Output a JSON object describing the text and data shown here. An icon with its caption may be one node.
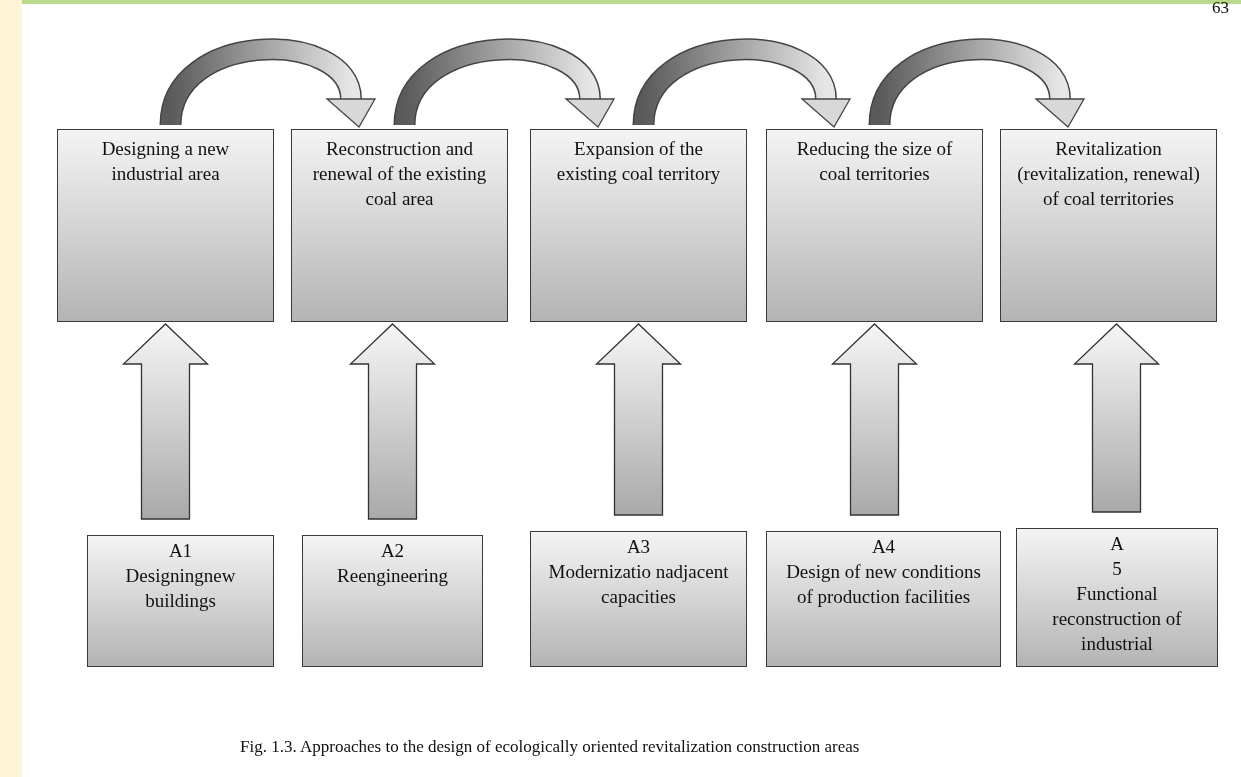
{
  "diagram": {
    "caption": "Fig. 1.3. Approaches to the design of ecologically oriented revitalization construction areas",
    "nodes": [
      {
        "text": [
          "Designing a new industrial area"
        ]
      },
      {
        "text": [
          "Reconstruction and renewal of the existing coal area"
        ]
      },
      {
        "text": [
          "Expansion of the existing coal territory"
        ]
      },
      {
        "text": [
          "Reducing the size of coal territories"
        ]
      },
      {
        "text": [
          "Revitalization (revitalization, renewal) of coal territories"
        ]
      },
      {
        "text": [
          "A1",
          "Designingnew buildings"
        ]
      },
      {
        "text": [
          "A2",
          "Reengineering"
        ]
      },
      {
        "text": [
          "A3",
          "Modernizatio nadjacent capacities"
        ]
      },
      {
        "text": [
          "A4",
          "Design of new conditions of production facilities"
        ]
      },
      {
        "text": [
          "A",
          "5",
          "Functional reconstruction of industrial"
        ]
      }
    ],
    "edges": [
      {
        "from": 0,
        "to": 1,
        "arrow": "to"
      },
      {
        "from": 1,
        "to": 2,
        "arrow": "to"
      },
      {
        "from": 2,
        "to": 3,
        "arrow": "to"
      },
      {
        "from": 3,
        "to": 4,
        "arrow": "to"
      },
      {
        "from": 5,
        "to": 0,
        "arrow": "to"
      },
      {
        "from": 6,
        "to": 1,
        "arrow": "to"
      },
      {
        "from": 7,
        "to": 2,
        "arrow": "to"
      },
      {
        "from": 8,
        "to": 3,
        "arrow": "to"
      },
      {
        "from": 9,
        "to": 4,
        "arrow": "to"
      }
    ],
    "labels": [
      "63"
    ]
  }
}
